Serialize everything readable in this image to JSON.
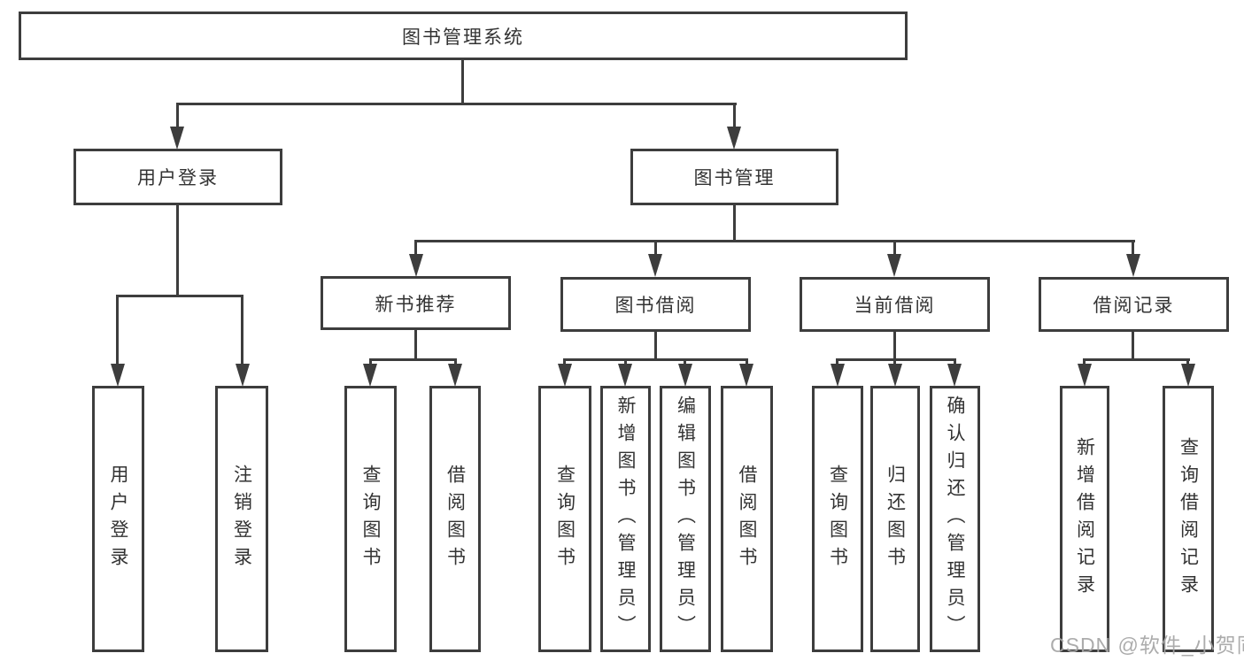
{
  "colors": {
    "line": "#3d3d3d",
    "text": "#333333",
    "background": "#ffffff",
    "watermark_gray": "#a6a6a6"
  },
  "nodes": {
    "root": {
      "label": "图书管理系统"
    },
    "user_login": {
      "label": "用户登录"
    },
    "book_mgmt": {
      "label": "图书管理"
    },
    "new_book_rec": {
      "label": "新书推荐"
    },
    "book_borrow": {
      "label": "图书借阅"
    },
    "current_borrow": {
      "label": "当前借阅"
    },
    "borrow_record": {
      "label": "借阅记录"
    },
    "leaf_user_login": {
      "label": "用户登录"
    },
    "leaf_logout": {
      "label": "注销登录"
    },
    "leaf_rec_query": {
      "label": "查询图书"
    },
    "leaf_rec_borrow": {
      "label": "借阅图书"
    },
    "leaf_bb_query": {
      "label": "查询图书"
    },
    "leaf_bb_add": {
      "label": "新增图书（管理员）"
    },
    "leaf_bb_edit": {
      "label": "编辑图书（管理员）"
    },
    "leaf_bb_borrow": {
      "label": "借阅图书"
    },
    "leaf_cb_query": {
      "label": "查询图书"
    },
    "leaf_cb_return": {
      "label": "归还图书"
    },
    "leaf_cb_confirm": {
      "label": "确认归还（管理员）"
    },
    "leaf_br_add": {
      "label": "新增借阅记录"
    },
    "leaf_br_query": {
      "label": "查询借阅记录"
    }
  },
  "hierarchy": {
    "root": "图书管理系统",
    "children": [
      {
        "label": "用户登录",
        "children": [
          "用户登录",
          "注销登录"
        ]
      },
      {
        "label": "图书管理",
        "children": [
          {
            "label": "新书推荐",
            "children": [
              "查询图书",
              "借阅图书"
            ]
          },
          {
            "label": "图书借阅",
            "children": [
              "查询图书",
              "新增图书（管理员）",
              "编辑图书（管理员）",
              "借阅图书"
            ]
          },
          {
            "label": "当前借阅",
            "children": [
              "查询图书",
              "归还图书",
              "确认归还（管理员）"
            ]
          },
          {
            "label": "借阅记录",
            "children": [
              "新增借阅记录",
              "查询借阅记录"
            ]
          }
        ]
      }
    ]
  },
  "watermark": {
    "text": "CSDN @软件_小贺同学"
  }
}
